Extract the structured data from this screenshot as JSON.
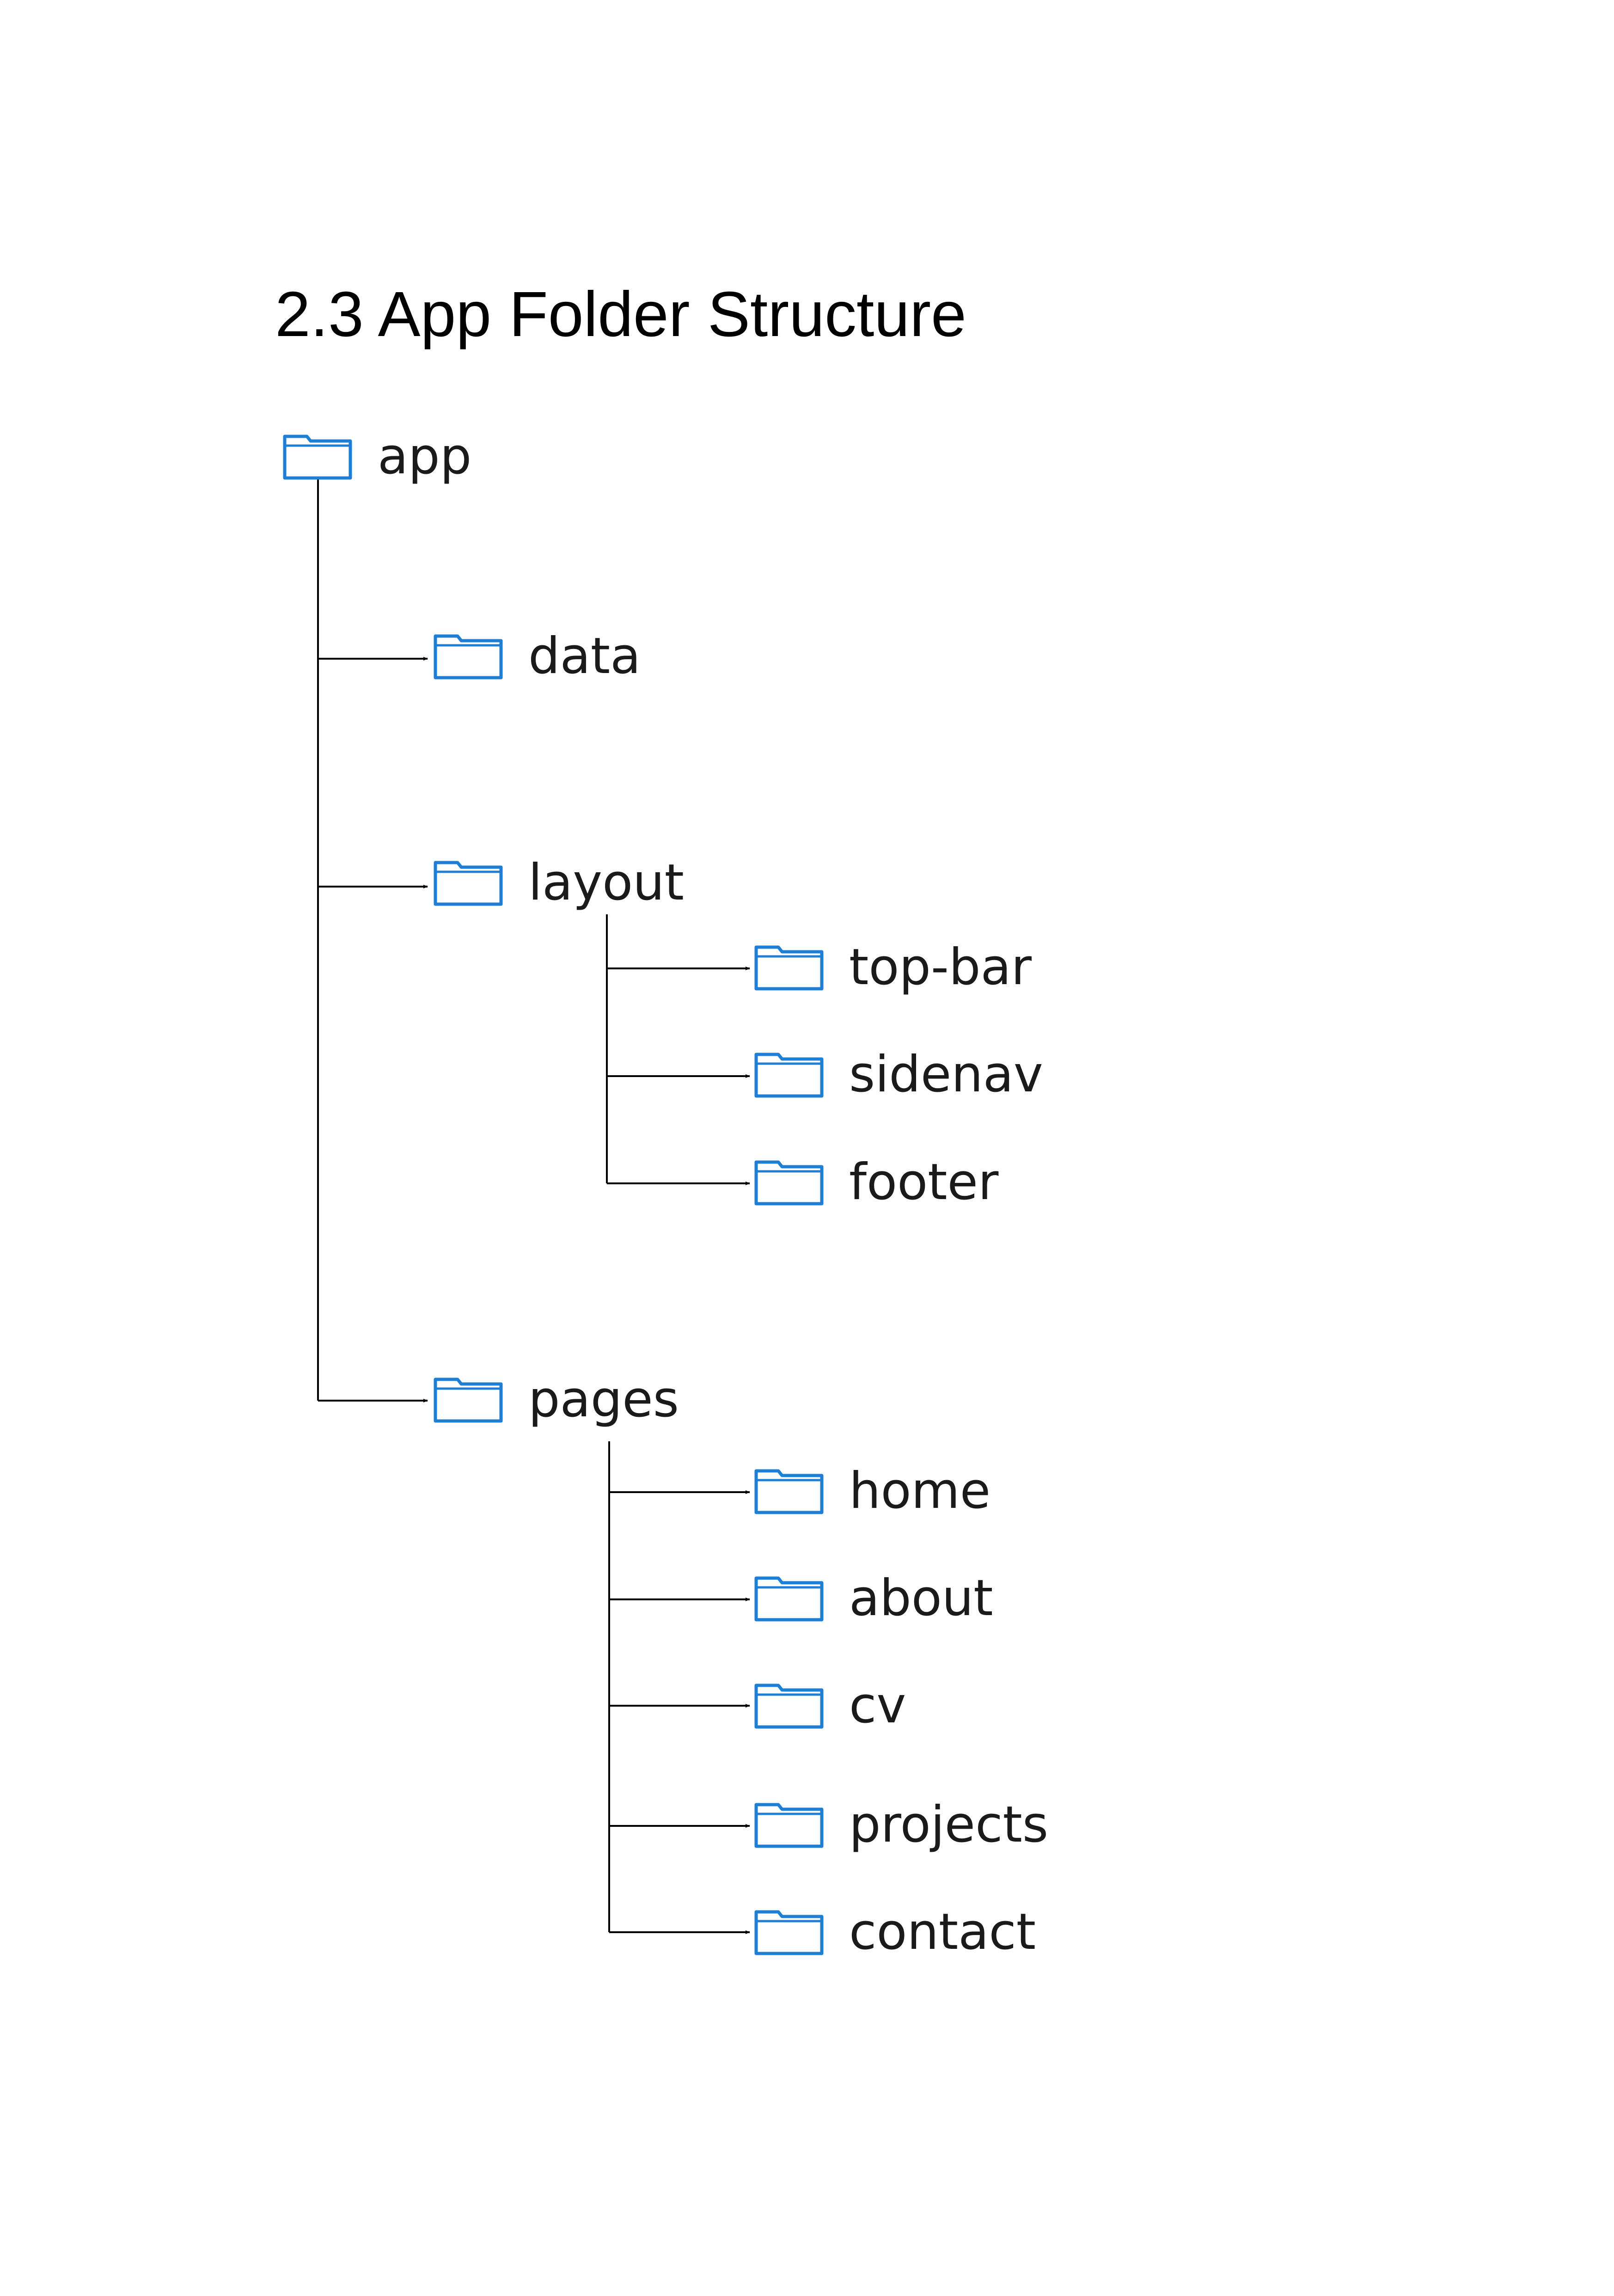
{
  "title": "2.3 App Folder Structure",
  "colors": {
    "folder_stroke": "#1f7fd4",
    "connector": "#000000",
    "text": "#1a1a1a"
  },
  "tree": {
    "root": {
      "label": "app",
      "icon": "folder-icon"
    },
    "level1": [
      {
        "label": "data",
        "icon": "folder-icon"
      },
      {
        "label": "layout",
        "icon": "folder-icon"
      },
      {
        "label": "pages",
        "icon": "folder-icon"
      }
    ],
    "layout_children": [
      {
        "label": "top-bar",
        "icon": "folder-icon"
      },
      {
        "label": "sidenav",
        "icon": "folder-icon"
      },
      {
        "label": "footer",
        "icon": "folder-icon"
      }
    ],
    "pages_children": [
      {
        "label": "home",
        "icon": "folder-icon"
      },
      {
        "label": "about",
        "icon": "folder-icon"
      },
      {
        "label": "cv",
        "icon": "folder-icon"
      },
      {
        "label": "projects",
        "icon": "folder-icon"
      },
      {
        "label": "contact",
        "icon": "folder-icon"
      }
    ]
  }
}
